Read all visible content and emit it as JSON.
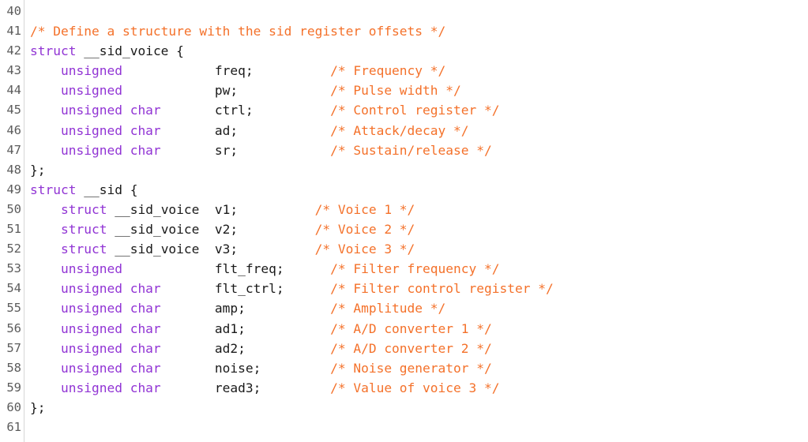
{
  "editor": {
    "name": "code-editor",
    "language": "C",
    "background_color": "#ffffff",
    "gutter_separator_color": "#d6d6d6",
    "first_line_number": 40,
    "last_line_number": 61,
    "theme_colors": {
      "keyword": "#9134d4",
      "comment": "#f4712a",
      "plain_text": "#1a1a1a",
      "line_number": "#5c5c5c",
      "background": "#ffffff"
    }
  },
  "lines": [
    {
      "number": "40",
      "tokens": []
    },
    {
      "number": "41",
      "tokens": [
        {
          "type": "comment",
          "text": "/* Define a structure with the sid register offsets */"
        }
      ]
    },
    {
      "number": "42",
      "tokens": [
        {
          "type": "kw",
          "text": "struct"
        },
        {
          "type": "plain",
          "text": " __sid_voice {"
        }
      ]
    },
    {
      "number": "43",
      "tokens": [
        {
          "type": "plain",
          "text": "    "
        },
        {
          "type": "kw",
          "text": "unsigned"
        },
        {
          "type": "plain",
          "text": "            freq;          "
        },
        {
          "type": "comment",
          "text": "/* Frequency */"
        }
      ]
    },
    {
      "number": "44",
      "tokens": [
        {
          "type": "plain",
          "text": "    "
        },
        {
          "type": "kw",
          "text": "unsigned"
        },
        {
          "type": "plain",
          "text": "            pw;            "
        },
        {
          "type": "comment",
          "text": "/* Pulse width */"
        }
      ]
    },
    {
      "number": "45",
      "tokens": [
        {
          "type": "plain",
          "text": "    "
        },
        {
          "type": "kw",
          "text": "unsigned char"
        },
        {
          "type": "plain",
          "text": "       ctrl;          "
        },
        {
          "type": "comment",
          "text": "/* Control register */"
        }
      ]
    },
    {
      "number": "46",
      "tokens": [
        {
          "type": "plain",
          "text": "    "
        },
        {
          "type": "kw",
          "text": "unsigned char"
        },
        {
          "type": "plain",
          "text": "       ad;            "
        },
        {
          "type": "comment",
          "text": "/* Attack/decay */"
        }
      ]
    },
    {
      "number": "47",
      "tokens": [
        {
          "type": "plain",
          "text": "    "
        },
        {
          "type": "kw",
          "text": "unsigned char"
        },
        {
          "type": "plain",
          "text": "       sr;            "
        },
        {
          "type": "comment",
          "text": "/* Sustain/release */"
        }
      ]
    },
    {
      "number": "48",
      "tokens": [
        {
          "type": "plain",
          "text": "};"
        }
      ]
    },
    {
      "number": "49",
      "tokens": [
        {
          "type": "kw",
          "text": "struct"
        },
        {
          "type": "plain",
          "text": " __sid {"
        }
      ]
    },
    {
      "number": "50",
      "tokens": [
        {
          "type": "plain",
          "text": "    "
        },
        {
          "type": "kw",
          "text": "struct"
        },
        {
          "type": "plain",
          "text": " __sid_voice  v1;          "
        },
        {
          "type": "comment",
          "text": "/* Voice 1 */"
        }
      ]
    },
    {
      "number": "51",
      "tokens": [
        {
          "type": "plain",
          "text": "    "
        },
        {
          "type": "kw",
          "text": "struct"
        },
        {
          "type": "plain",
          "text": " __sid_voice  v2;          "
        },
        {
          "type": "comment",
          "text": "/* Voice 2 */"
        }
      ]
    },
    {
      "number": "52",
      "tokens": [
        {
          "type": "plain",
          "text": "    "
        },
        {
          "type": "kw",
          "text": "struct"
        },
        {
          "type": "plain",
          "text": " __sid_voice  v3;          "
        },
        {
          "type": "comment",
          "text": "/* Voice 3 */"
        }
      ]
    },
    {
      "number": "53",
      "tokens": [
        {
          "type": "plain",
          "text": "    "
        },
        {
          "type": "kw",
          "text": "unsigned"
        },
        {
          "type": "plain",
          "text": "            flt_freq;      "
        },
        {
          "type": "comment",
          "text": "/* Filter frequency */"
        }
      ]
    },
    {
      "number": "54",
      "tokens": [
        {
          "type": "plain",
          "text": "    "
        },
        {
          "type": "kw",
          "text": "unsigned char"
        },
        {
          "type": "plain",
          "text": "       flt_ctrl;      "
        },
        {
          "type": "comment",
          "text": "/* Filter control register */"
        }
      ]
    },
    {
      "number": "55",
      "tokens": [
        {
          "type": "plain",
          "text": "    "
        },
        {
          "type": "kw",
          "text": "unsigned char"
        },
        {
          "type": "plain",
          "text": "       amp;           "
        },
        {
          "type": "comment",
          "text": "/* Amplitude */"
        }
      ]
    },
    {
      "number": "56",
      "tokens": [
        {
          "type": "plain",
          "text": "    "
        },
        {
          "type": "kw",
          "text": "unsigned char"
        },
        {
          "type": "plain",
          "text": "       ad1;           "
        },
        {
          "type": "comment",
          "text": "/* A/D converter 1 */"
        }
      ]
    },
    {
      "number": "57",
      "tokens": [
        {
          "type": "plain",
          "text": "    "
        },
        {
          "type": "kw",
          "text": "unsigned char"
        },
        {
          "type": "plain",
          "text": "       ad2;           "
        },
        {
          "type": "comment",
          "text": "/* A/D converter 2 */"
        }
      ]
    },
    {
      "number": "58",
      "tokens": [
        {
          "type": "plain",
          "text": "    "
        },
        {
          "type": "kw",
          "text": "unsigned char"
        },
        {
          "type": "plain",
          "text": "       noise;         "
        },
        {
          "type": "comment",
          "text": "/* Noise generator */"
        }
      ]
    },
    {
      "number": "59",
      "tokens": [
        {
          "type": "plain",
          "text": "    "
        },
        {
          "type": "kw",
          "text": "unsigned char"
        },
        {
          "type": "plain",
          "text": "       read3;         "
        },
        {
          "type": "comment",
          "text": "/* Value of voice 3 */"
        }
      ]
    },
    {
      "number": "60",
      "tokens": [
        {
          "type": "plain",
          "text": "};"
        }
      ]
    },
    {
      "number": "61",
      "tokens": []
    }
  ]
}
